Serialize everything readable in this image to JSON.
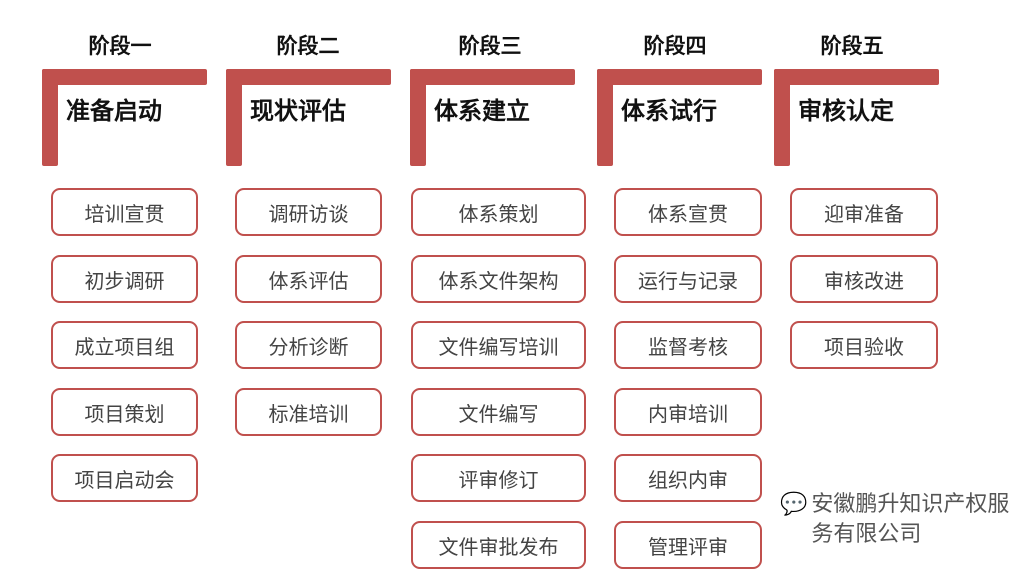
{
  "accent_color": "#c0504d",
  "stages": [
    {
      "stage": "阶段一",
      "title": "准备启动",
      "items": [
        "培训宣贯",
        "初步调研",
        "成立项目组",
        "项目策划",
        "项目启动会"
      ]
    },
    {
      "stage": "阶段二",
      "title": "现状评估",
      "items": [
        "调研访谈",
        "体系评估",
        "分析诊断",
        "标准培训"
      ]
    },
    {
      "stage": "阶段三",
      "title": "体系建立",
      "items": [
        "体系策划",
        "体系文件架构",
        "文件编写培训",
        "文件编写",
        "评审修订",
        "文件审批发布"
      ]
    },
    {
      "stage": "阶段四",
      "title": "体系试行",
      "items": [
        "体系宣贯",
        "运行与记录",
        "监督考核",
        "内审培训",
        "组织内审",
        "管理评审"
      ]
    },
    {
      "stage": "阶段五",
      "title": "审核认定",
      "items": [
        "迎审准备",
        "审核改进",
        "项目验收"
      ]
    }
  ],
  "watermark": {
    "icon": "wechat-icon",
    "text": "安徽鹏升知识产权服务有限公司"
  }
}
